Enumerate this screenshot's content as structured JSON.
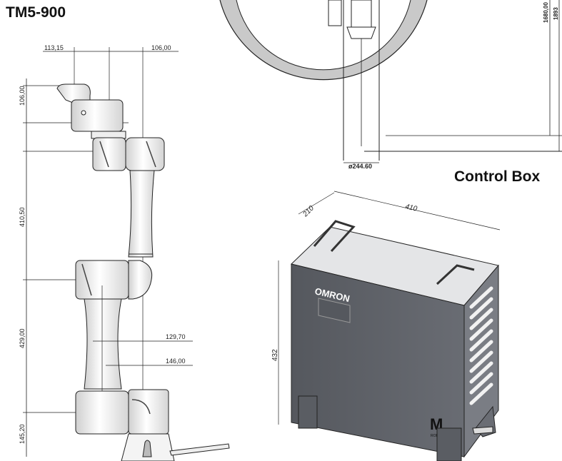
{
  "headings": {
    "robot_model": "TM5-900",
    "control_box": "Control Box"
  },
  "robot_arm": {
    "dimensions": {
      "offset_top_left": "113,15",
      "offset_top_right": "106,00",
      "wrist_height": "106,00",
      "upper_arm_length": "410,50",
      "forearm_length": "429,00",
      "base_height": "145,20",
      "elbow_offset": "129,70",
      "base_offset": "146,00"
    }
  },
  "reach_view": {
    "base_diameter": "ø244.60",
    "height_label_a": "1680,00",
    "height_label_b": "1893"
  },
  "control_box": {
    "depth": "210",
    "width": "410",
    "height": "432",
    "brand_label": "OMRON",
    "logo_mark": "M",
    "logo_caption": "ROBOT"
  },
  "colors": {
    "line": "#222222",
    "ring_gray": "#c9c9c9",
    "box_side": "#5d6067",
    "box_side_dark": "#4a4d53",
    "box_top": "#e4e5e7",
    "box_right": "#6a6d74",
    "robot_shade": "#dcdcdc"
  }
}
